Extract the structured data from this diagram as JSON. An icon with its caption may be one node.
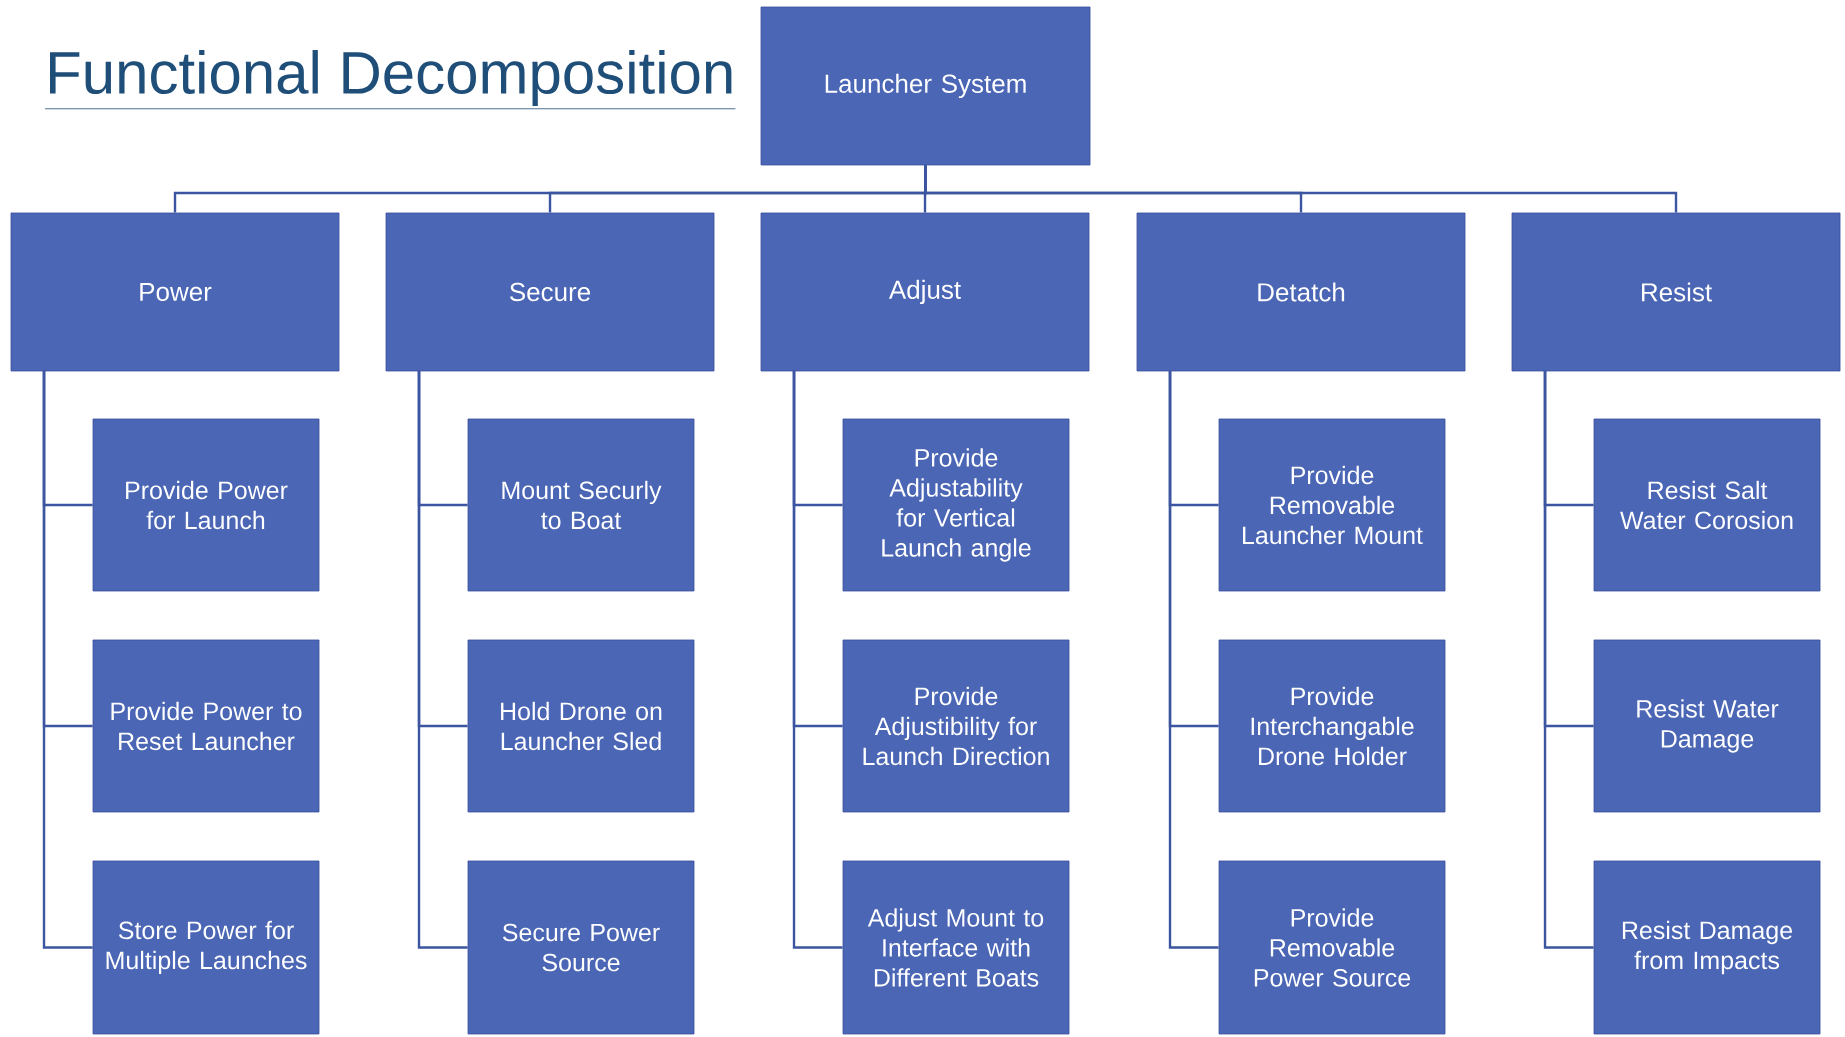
{
  "diagram": {
    "title": "Functional Decomposition",
    "nodes": [
      {
        "text": [
          "Launcher System"
        ]
      },
      {
        "text": [
          "Power"
        ]
      },
      {
        "text": [
          "Secure"
        ]
      },
      {
        "text": [
          "Adjust"
        ]
      },
      {
        "text": [
          "Detatch"
        ]
      },
      {
        "text": [
          "Resist"
        ]
      },
      {
        "text": [
          "Provide Power for Launch"
        ]
      },
      {
        "text": [
          "Provide Power to Reset Launcher"
        ]
      },
      {
        "text": [
          "Store Power for Multiple Launches"
        ]
      },
      {
        "text": [
          "Mount Securly to Boat"
        ]
      },
      {
        "text": [
          "Hold Drone on Launcher Sled"
        ]
      },
      {
        "text": [
          "Secure Power Source"
        ]
      },
      {
        "text": [
          "Provide Adjustability for Vertical Launch angle"
        ]
      },
      {
        "text": [
          "Provide Adjustibility for Launch Direction"
        ]
      },
      {
        "text": [
          "Adjust Mount to Interface with Different Boats"
        ]
      },
      {
        "text": [
          "Provide Removable Launcher Mount"
        ]
      },
      {
        "text": [
          "Provide Interchangable Drone Holder"
        ]
      },
      {
        "text": [
          "Provide Removable Power Source"
        ]
      },
      {
        "text": [
          "Resist Salt Water Corosion"
        ]
      },
      {
        "text": [
          "Resist Water Damage"
        ]
      },
      {
        "text": [
          "Resist Damage from Impacts"
        ]
      }
    ],
    "edges": [
      {
        "from": 0,
        "to": 1,
        "arrow": "none"
      },
      {
        "from": 0,
        "to": 2,
        "arrow": "none"
      },
      {
        "from": 0,
        "to": 3,
        "arrow": "none"
      },
      {
        "from": 0,
        "to": 4,
        "arrow": "none"
      },
      {
        "from": 0,
        "to": 5,
        "arrow": "none"
      },
      {
        "from": 1,
        "to": 6,
        "arrow": "none"
      },
      {
        "from": 1,
        "to": 7,
        "arrow": "none"
      },
      {
        "from": 1,
        "to": 8,
        "arrow": "none"
      },
      {
        "from": 2,
        "to": 9,
        "arrow": "none"
      },
      {
        "from": 2,
        "to": 10,
        "arrow": "none"
      },
      {
        "from": 2,
        "to": 11,
        "arrow": "none"
      },
      {
        "from": 3,
        "to": 12,
        "arrow": "none"
      },
      {
        "from": 3,
        "to": 13,
        "arrow": "none"
      },
      {
        "from": 3,
        "to": 14,
        "arrow": "none"
      },
      {
        "from": 4,
        "to": 15,
        "arrow": "none"
      },
      {
        "from": 4,
        "to": 16,
        "arrow": "none"
      },
      {
        "from": 4,
        "to": 17,
        "arrow": "none"
      },
      {
        "from": 5,
        "to": 18,
        "arrow": "none"
      },
      {
        "from": 5,
        "to": 19,
        "arrow": "none"
      },
      {
        "from": 5,
        "to": 20,
        "arrow": "none"
      }
    ]
  }
}
